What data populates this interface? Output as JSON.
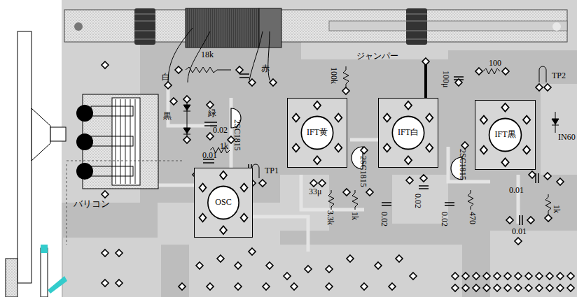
{
  "diagram": {
    "nodes": [
      {
        "text": [
          "IFT黄"
        ]
      },
      {
        "text": [
          "IFT白"
        ]
      },
      {
        "text": [
          "IFT黒"
        ]
      },
      {
        "text": [
          "OSC"
        ]
      }
    ],
    "labels": [
      "白",
      "18k",
      "赤",
      "緑",
      "黒",
      "0.02",
      "2SC1815",
      "1k",
      "0.01",
      "TP1",
      "100k",
      "ジャンパー",
      "100μ",
      "100",
      "TP2",
      "IN60",
      "33μ",
      "2SC1815",
      "3.3k",
      "1k",
      "0.02",
      "2SC1815",
      "0.02",
      "0.02",
      "470",
      "0.01",
      "0.01",
      "1k",
      "バリコン"
    ]
  }
}
